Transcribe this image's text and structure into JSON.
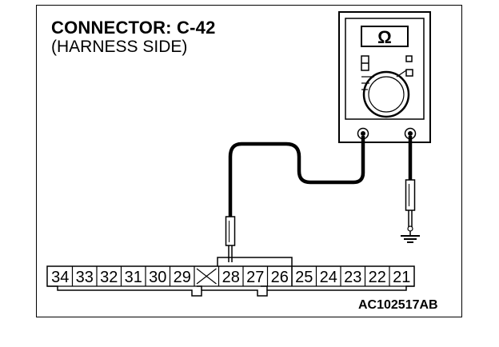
{
  "title": {
    "line1": "CONNECTOR: C-42",
    "line2": "(HARNESS SIDE)"
  },
  "figure_code": "AC102517AB",
  "meter": {
    "display": "Ω",
    "icon": "ohmmeter-icon"
  },
  "connector": {
    "pins": [
      "34",
      "33",
      "32",
      "31",
      "30",
      "29",
      "",
      "28",
      "27",
      "26",
      "25",
      "24",
      "23",
      "22",
      "21"
    ],
    "empty_pin_mark": "x-mark-icon"
  },
  "probe_pin": "28",
  "ground": "ground-icon"
}
